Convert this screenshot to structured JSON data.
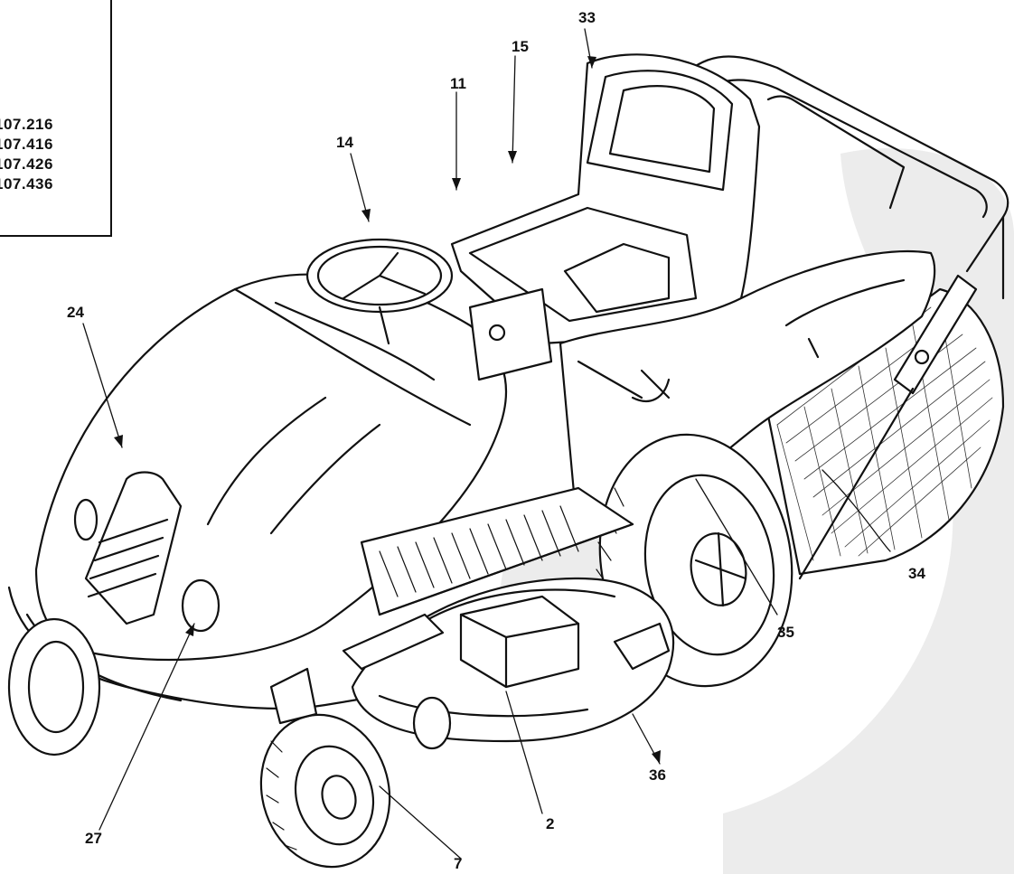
{
  "model_box": {
    "lines": [
      "107.216",
      "107.416",
      "107.426",
      "107.436"
    ]
  },
  "callouts": {
    "c33": "33",
    "c15": "15",
    "c11": "11",
    "c14": "14",
    "c24": "24",
    "c34": "34",
    "c35": "35",
    "c36": "36",
    "c27": "27",
    "c2": "2",
    "c7": "7"
  },
  "colors": {
    "line": "#111111",
    "watermark": "#ececec",
    "background": "#ffffff"
  }
}
